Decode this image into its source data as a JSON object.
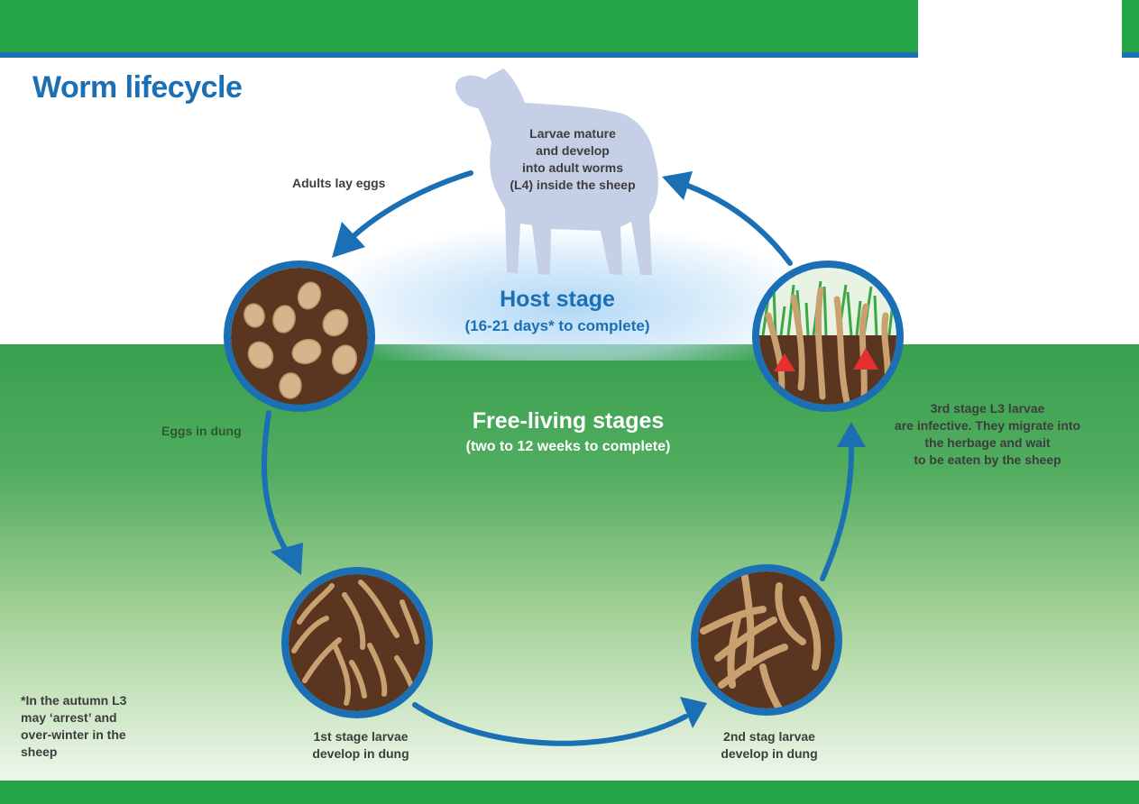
{
  "title": "Worm lifecycle",
  "host_stage": {
    "title": "Host stage",
    "duration": "(16-21 days* to complete)"
  },
  "free_living": {
    "title": "Free-living stages",
    "duration": "(two to 12 weeks to complete)"
  },
  "stages": {
    "sheep": [
      "Larvae mature",
      "and develop",
      "into adult worms",
      "(L4) inside the sheep"
    ],
    "adults": [
      "Adults lay eggs"
    ],
    "eggs": [
      "Eggs in dung"
    ],
    "l1": [
      "1st stage larvae",
      "develop in dung"
    ],
    "l2": [
      "2nd stag larvae",
      "develop in dung"
    ],
    "l3": [
      "3rd stage L3 larvae",
      "are infective. They migrate into",
      "the herbage and wait",
      "to be eaten by the sheep"
    ]
  },
  "footnote": [
    "*In the autumn L3",
    "may ‘arrest’ and",
    "over-winter in the",
    "sheep"
  ],
  "colors": {
    "brand_blue": "#1b6fb5",
    "grass_green": "#23a548",
    "dung_brown": "#5a3520",
    "larva_tan": "#c9a070",
    "egg_tan": "#d7b48c",
    "sheep_silhouette": "#c5cfe6",
    "marker_red": "#e53030"
  },
  "icons": [
    "sheep-silhouette",
    "eggs-circle",
    "larvae-circle",
    "herbage-circle",
    "cycle-arrow"
  ]
}
